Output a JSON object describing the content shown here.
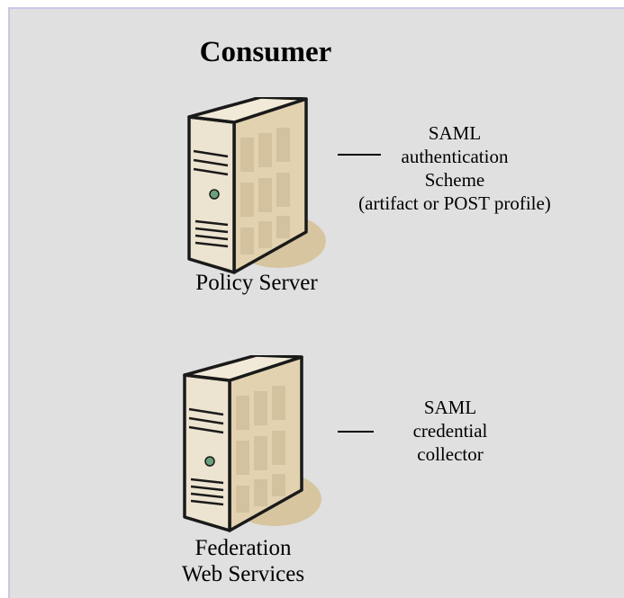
{
  "title": "Consumer",
  "servers": [
    {
      "caption_lines": [
        "Policy Server"
      ],
      "note_lines": [
        "SAML",
        "authentication",
        "Scheme",
        "(artifact or POST profile)"
      ]
    },
    {
      "caption_lines": [
        "Federation",
        "Web Services"
      ],
      "note_lines": [
        "SAML",
        "credential",
        "collector"
      ]
    }
  ],
  "colors": {
    "panel": "#e0e0e0",
    "panel_border": "#c8c8e8",
    "server_body": "#e8dcc0",
    "server_shadow": "#c9b48e",
    "outline": "#1a1a1a",
    "led": "#6aa07a"
  }
}
